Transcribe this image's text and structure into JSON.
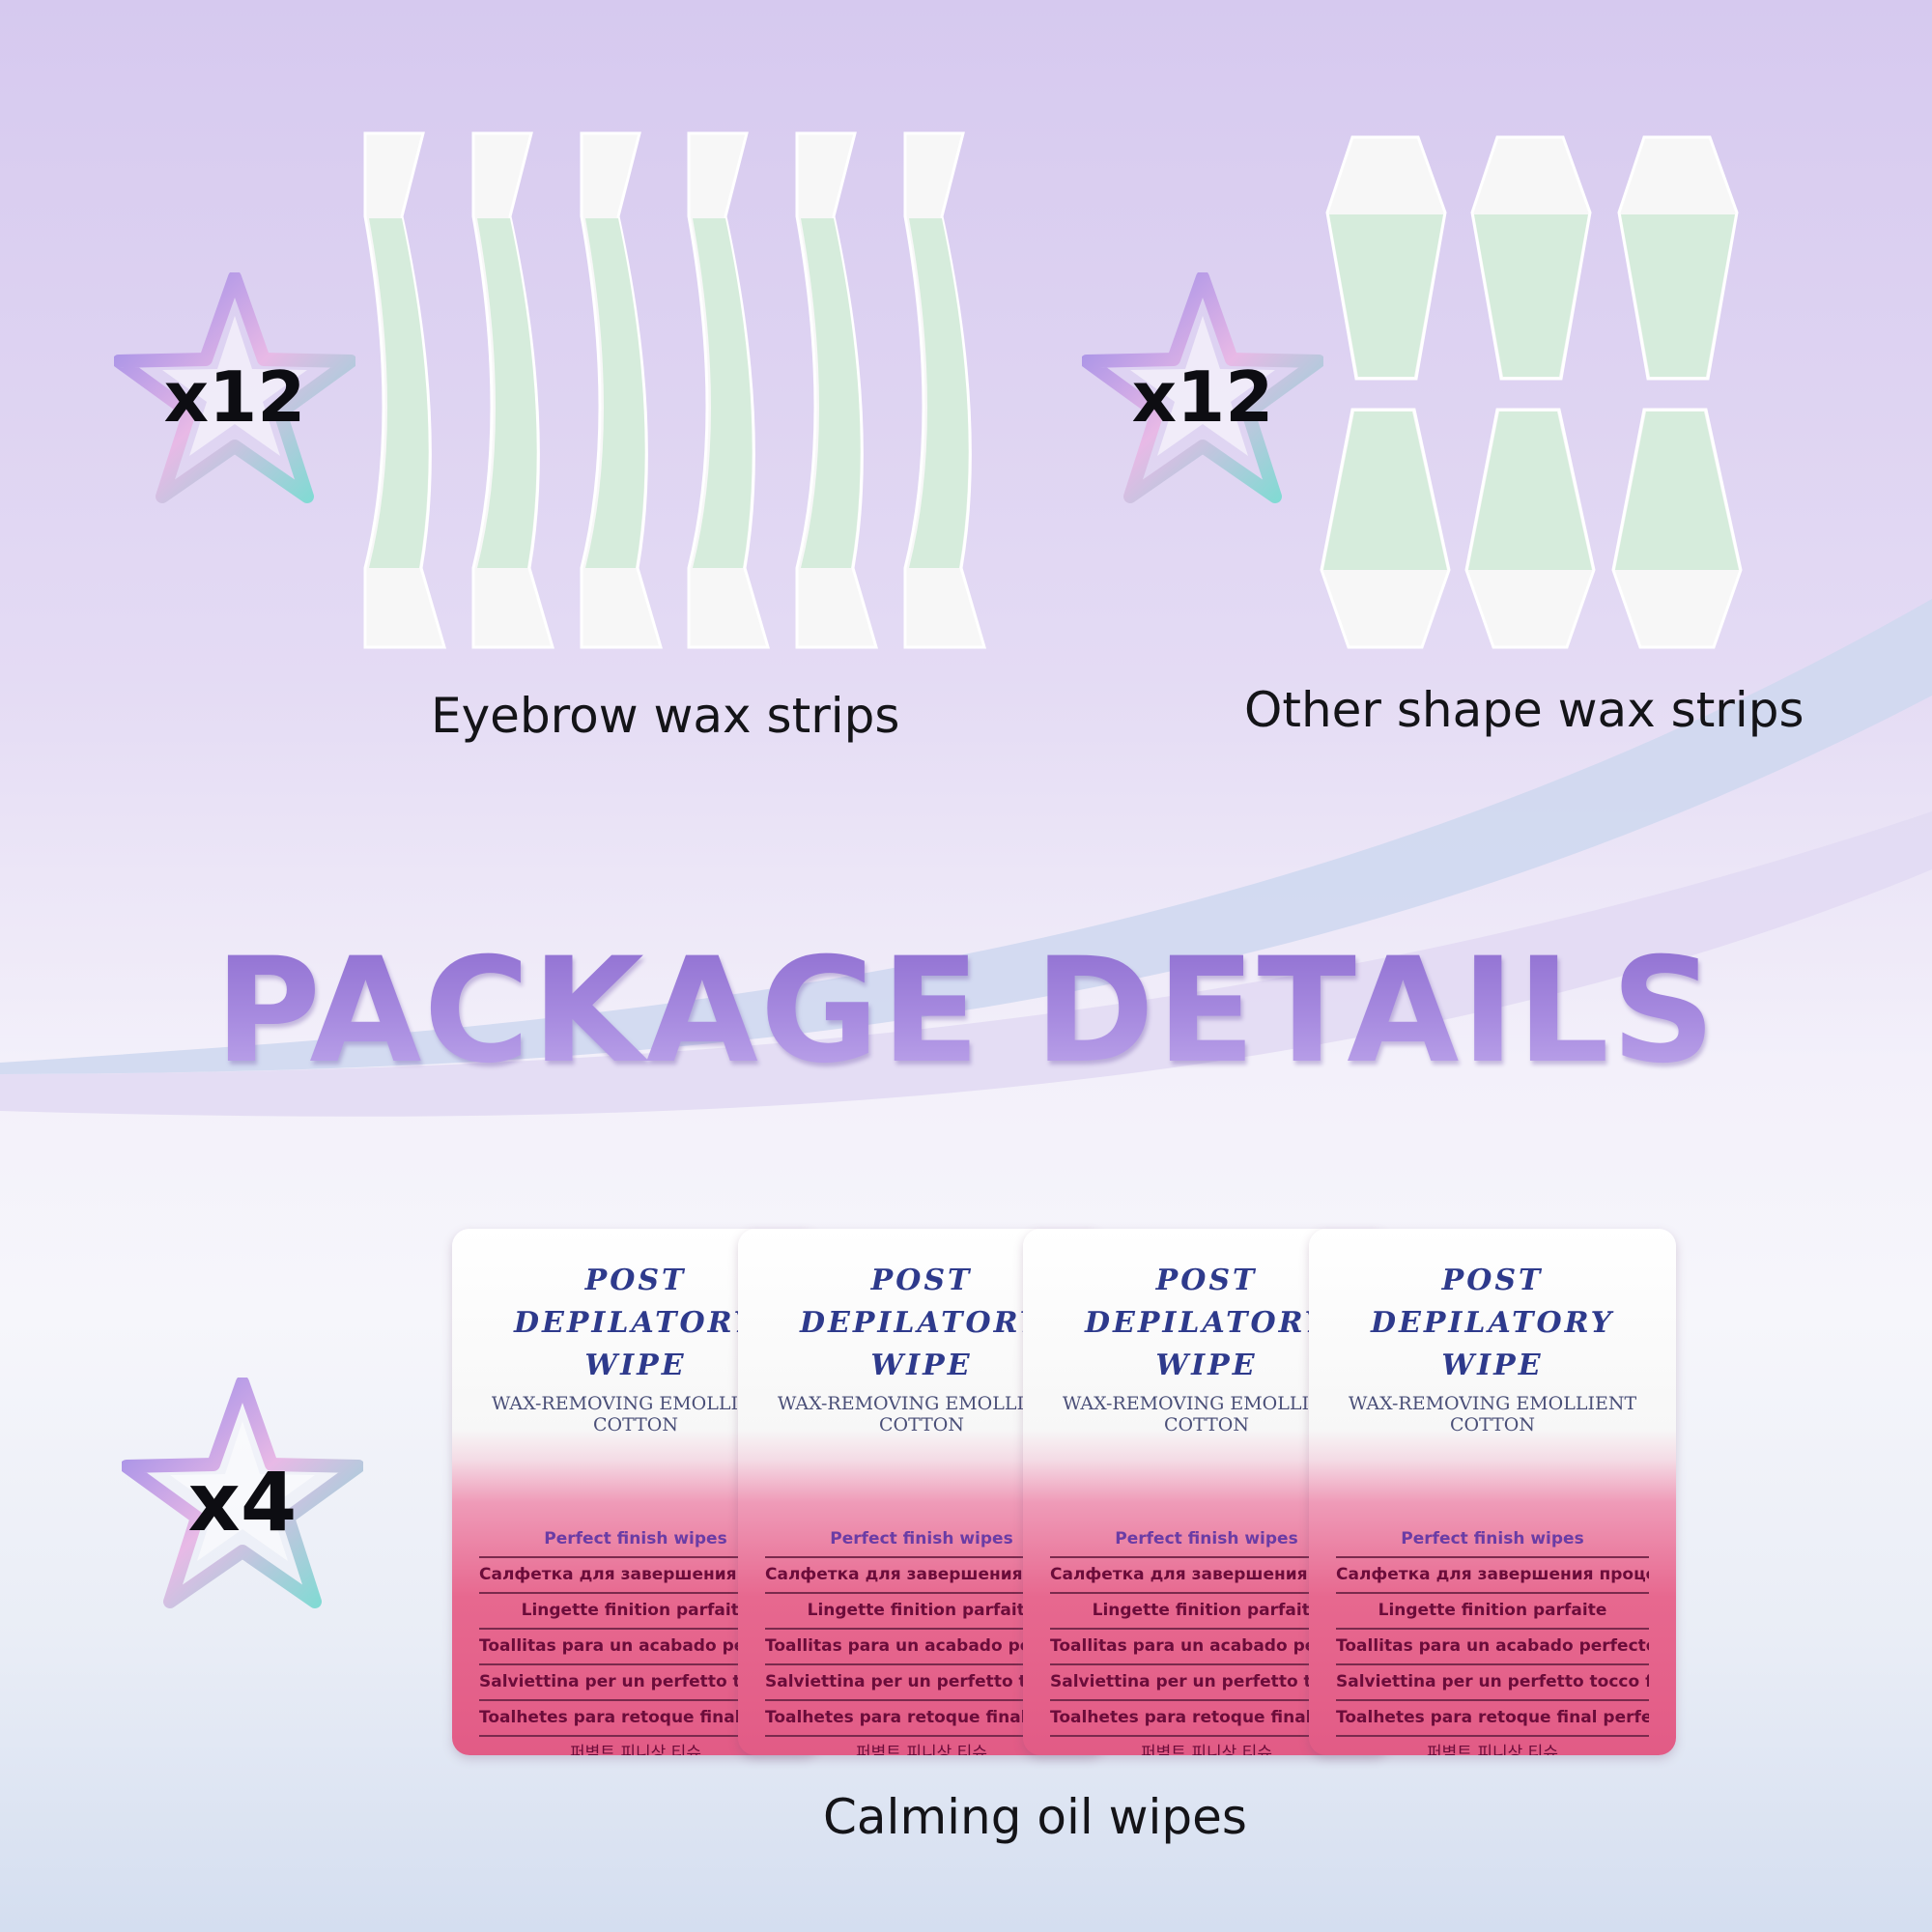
{
  "title": "PACKAGE DETAILS",
  "items": [
    {
      "quantity": "x12",
      "label": "Eyebrow wax strips"
    },
    {
      "quantity": "x12",
      "label": "Other shape wax strips"
    },
    {
      "quantity": "x4",
      "label": "Calming oil wipes"
    }
  ],
  "packet": {
    "heading_lines": [
      "POST",
      "DEPILATORY",
      "WIPE"
    ],
    "subheading_lines": [
      "WAX-REMOVING EMOLLIENT",
      "COTTON"
    ],
    "text_lines": [
      "Perfect finish wipes",
      "Салфетка для завершения процедуры",
      "Lingette finition parfaite",
      "Toallitas para un acabado perfecto",
      "Salviettina per un perfetto tocco finale",
      "Toalhetes para retoque final perfeito"
    ],
    "korean_line": "퍼벽트 피니상 티슈"
  },
  "colors": {
    "strip_green": "#d6ecdc",
    "strip_white": "#f7f7f7",
    "title_purple": "#9a7fd6",
    "packet_pink": "#e25b86"
  }
}
